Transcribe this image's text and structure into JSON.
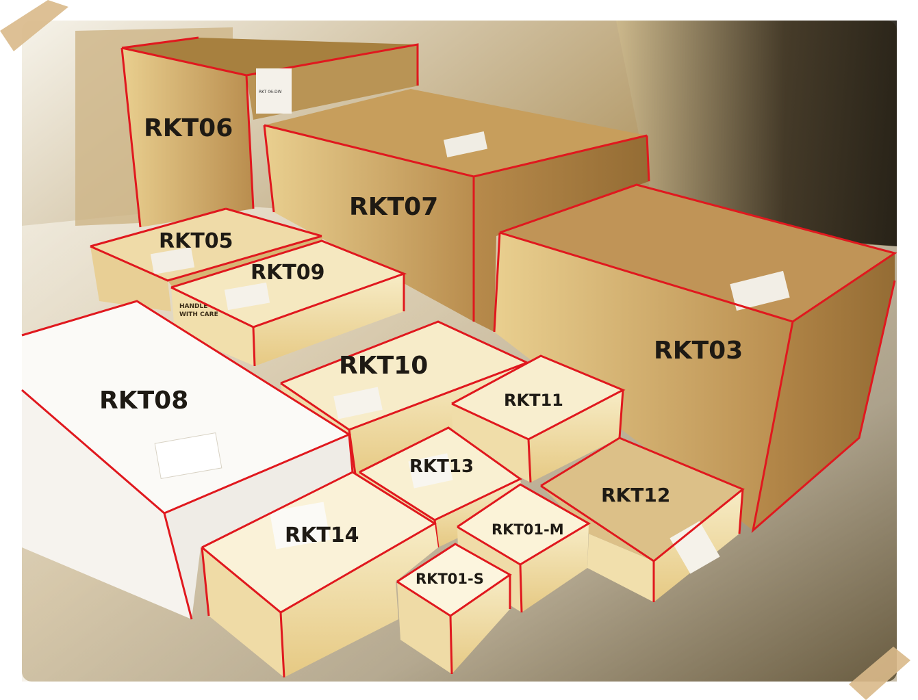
{
  "photo": {
    "subject": "cardboard-boxes-size-catalog",
    "edge_color": "#e0181e",
    "box_color": "#c9a162",
    "highlight_color": "#f4e6b6",
    "white_box_color": "#f7f4ee",
    "tape_color": "#d9b98a"
  },
  "labels": {
    "rkt06": "RKT06",
    "rkt07": "RKT07",
    "rkt05": "RKT05",
    "rkt09": "RKT09",
    "rkt03": "RKT03",
    "rkt10": "RKT10",
    "rkt08": "RKT08",
    "rkt11": "RKT11",
    "rkt13": "RKT13",
    "rkt12": "RKT12",
    "rkt14": "RKT14",
    "rkt01m": "RKT01-M",
    "rkt01s": "RKT01-S"
  },
  "box_stickers": {
    "rkt06": "RKT 06-DW"
  },
  "box_print": {
    "handle": "HANDLE",
    "with_care": "WITH CARE"
  }
}
